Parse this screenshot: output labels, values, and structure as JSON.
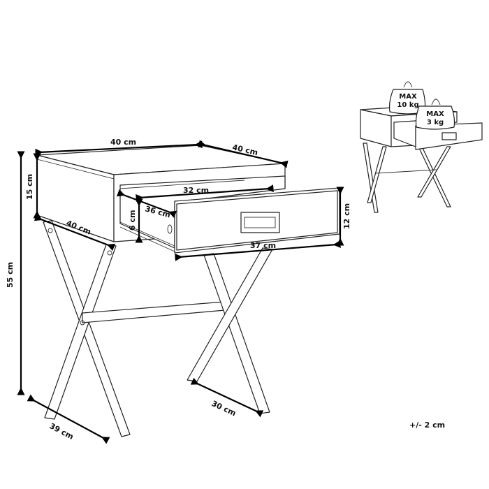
{
  "dimensions": {
    "width_top": "40 cm",
    "depth_top": "40 cm",
    "depth_side": "40 cm",
    "box_height": "15 cm",
    "total_height": "55 cm",
    "drawer_inner_width": "32 cm",
    "drawer_inner_depth": "36 cm",
    "drawer_inner_height": "6 cm",
    "drawer_front_height": "12 cm",
    "drawer_front_width": "37 cm",
    "leg_depth": "39 cm",
    "leg_spread": "30 cm"
  },
  "load_limits": {
    "top": {
      "line1": "MAX",
      "line2": "10 kg"
    },
    "drawer": {
      "line1": "MAX",
      "line2": "3 kg"
    }
  },
  "tolerance": "+/- 2 cm"
}
